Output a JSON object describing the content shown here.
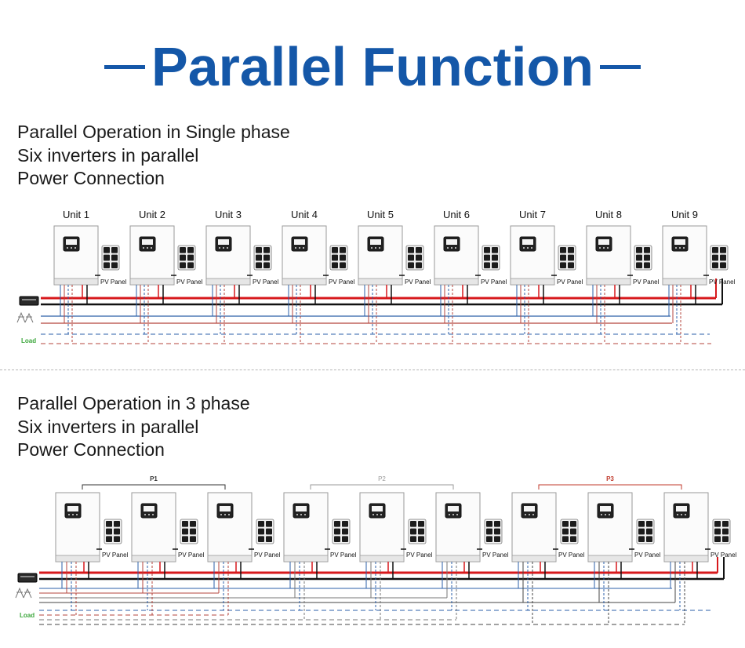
{
  "header": {
    "title": "Parallel Function"
  },
  "section1": {
    "lines": [
      "Parallel Operation in Single phase",
      "Six inverters in parallel",
      "Power Connection"
    ],
    "units": [
      "Unit 1",
      "Unit 2",
      "Unit 3",
      "Unit 4",
      "Unit 5",
      "Unit 6",
      "Unit 7",
      "Unit 8",
      "Unit 9"
    ],
    "pv_label": "PV Panel",
    "load_label": "Load"
  },
  "section2": {
    "lines": [
      "Parallel Operation in 3 phase",
      "Six inverters in parallel",
      "Power Connection"
    ],
    "groups": [
      {
        "label": "P1",
        "color": "#333333"
      },
      {
        "label": "P2",
        "color": "#9a9a9a"
      },
      {
        "label": "P3",
        "color": "#c0392b"
      }
    ],
    "pv_label": "PV Panel",
    "load_label": "Load"
  },
  "colors": {
    "title": "#1457a8",
    "battery_positive": "#d7191c",
    "battery_negative": "#111111",
    "utility_neutral": "#2b5fa8",
    "utility_line": "#b5443c",
    "load_label": "#3aa63a"
  }
}
